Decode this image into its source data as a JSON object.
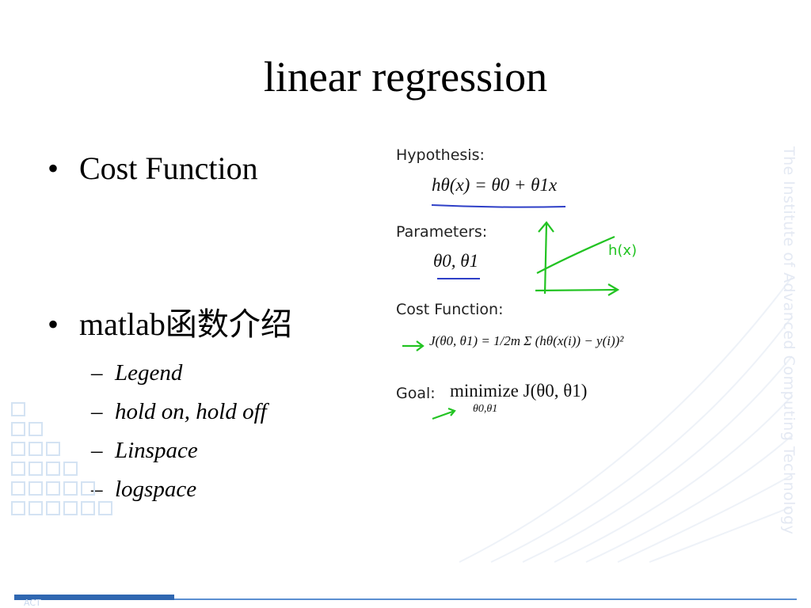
{
  "slide": {
    "title": "linear regression",
    "bullets": [
      {
        "text": "Cost Function"
      },
      {
        "text": "matlab函数介绍",
        "subitems": [
          "Legend",
          "hold on, hold off",
          "Linspace",
          "logspace"
        ]
      }
    ],
    "bullet_marker": "•",
    "sub_marker": "–"
  },
  "figure": {
    "hypothesis_label": "Hypothesis:",
    "hypothesis_formula": "hθ(x) = θ0 + θ1x",
    "parameters_label": "Parameters:",
    "parameters_formula": "θ0, θ1",
    "plot_annotation": "h(x)",
    "cost_label": "Cost Function:",
    "cost_formula": "J(θ0, θ1) = 1/2m Σ (hθ(x(i)) − y(i))²",
    "goal_label": "Goal:",
    "goal_formula": "minimize J(θ0, θ1)",
    "goal_subscript": "θ0,θ1",
    "ink_colors": {
      "underline": "#2e3fc7",
      "annotation": "#22c322"
    }
  },
  "watermark": "The Institute of Advanced Computing Technology",
  "footer": {
    "logo_text": "ACT"
  },
  "colors": {
    "accent": "#2f67b1",
    "squares": "#d4e3f3"
  }
}
